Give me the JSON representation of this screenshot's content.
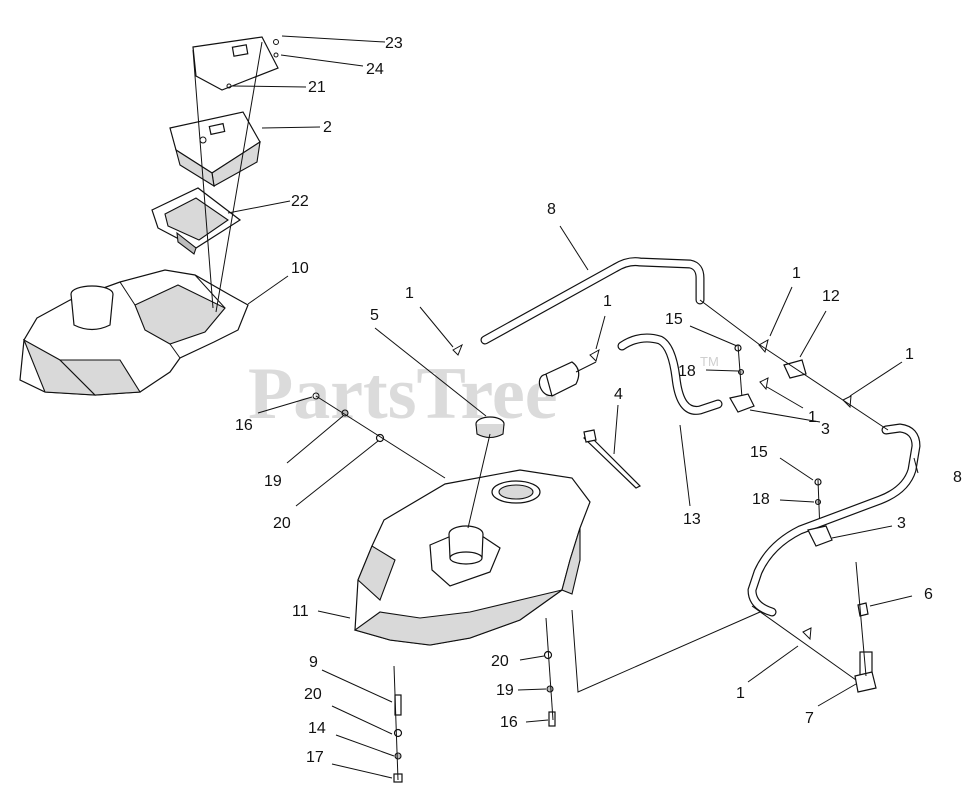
{
  "watermark": {
    "text": "PartsTree",
    "trademark": "TM"
  },
  "callouts": {
    "c23": "23",
    "c24": "24",
    "c21": "21",
    "c2": "2",
    "c22": "22",
    "c10": "10",
    "c8a": "8",
    "c1a": "1",
    "c12": "12",
    "c1b": "1",
    "c1c": "1",
    "c5": "5",
    "c1d": "1",
    "c15a": "15",
    "c18a": "18",
    "c1e": "1",
    "c4": "4",
    "c3a": "3",
    "c16a": "16",
    "c19a": "19",
    "c20a": "20",
    "c13": "13",
    "c15b": "15",
    "c18b": "18",
    "c8b": "8",
    "c3b": "3",
    "c6": "6",
    "c11": "11",
    "c9": "9",
    "c20b": "20",
    "c19b": "19",
    "c20c": "20",
    "c14": "14",
    "c16b": "16",
    "c17": "17",
    "c1f": "1",
    "c7": "7"
  }
}
